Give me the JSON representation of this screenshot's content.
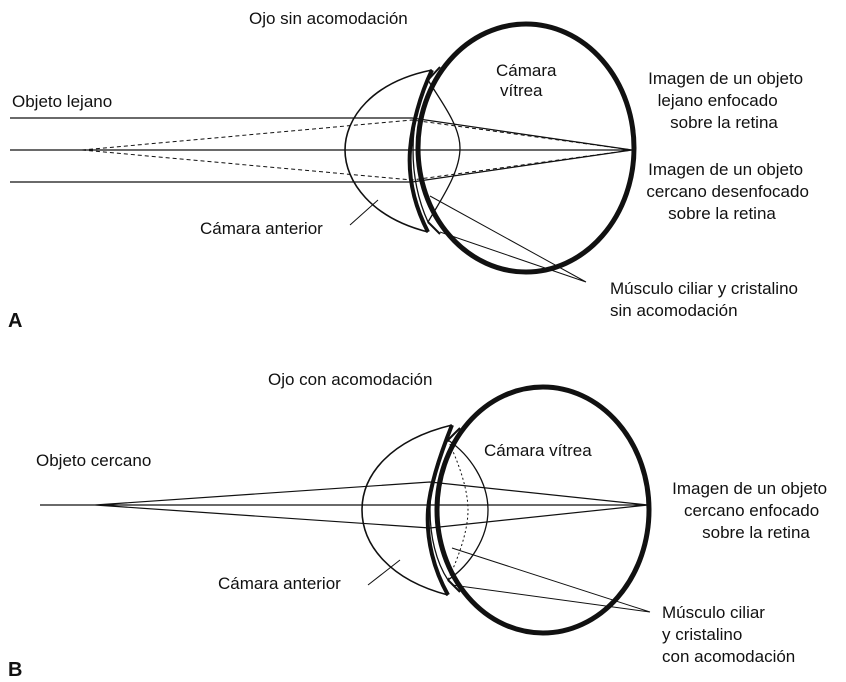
{
  "panels": {
    "a": {
      "letter": "A",
      "title": "Ojo sin acomodación",
      "object": "Objeto lejano",
      "vitreous": [
        "Cámara",
        "vítrea"
      ],
      "image_focused": [
        "Imagen de un objeto",
        "lejano enfocado",
        "sobre la retina"
      ],
      "image_blurred": [
        "Imagen de un objeto",
        "cercano desenfocado",
        "sobre la retina"
      ],
      "anterior": "Cámara anterior",
      "muscle": [
        "Músculo ciliar y cristalino",
        "sin acomodación"
      ]
    },
    "b": {
      "letter": "B",
      "title": "Ojo con acomodación",
      "object": "Objeto cercano",
      "vitreous": [
        "Cámara vítrea"
      ],
      "image_focused": [
        "Imagen de un objeto",
        "cercano enfocado",
        "sobre la retina"
      ],
      "anterior": "Cámara anterior",
      "muscle": [
        "Músculo ciliar",
        "y cristalino",
        "con acomodación"
      ]
    }
  }
}
